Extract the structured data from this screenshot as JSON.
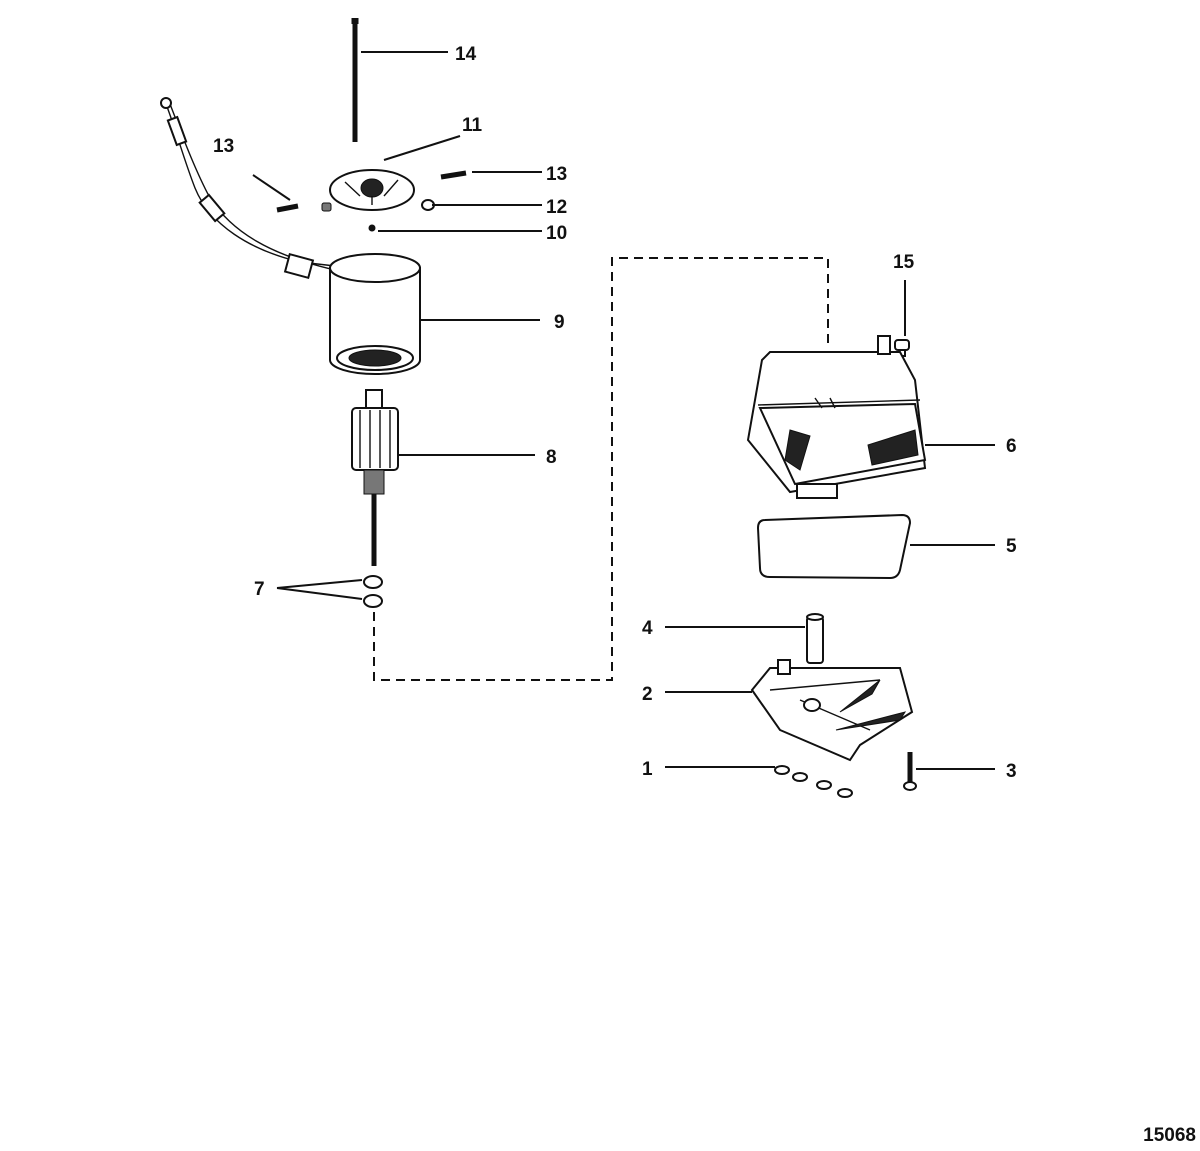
{
  "callouts": {
    "c1": "1",
    "c2": "2",
    "c3": "3",
    "c4": "4",
    "c5": "5",
    "c6": "6",
    "c7": "7",
    "c8": "8",
    "c9": "9",
    "c10": "10",
    "c11": "11",
    "c12": "12",
    "c13a": "13",
    "c13b": "13",
    "c14": "14",
    "c15": "15"
  },
  "figure_number": "15068"
}
